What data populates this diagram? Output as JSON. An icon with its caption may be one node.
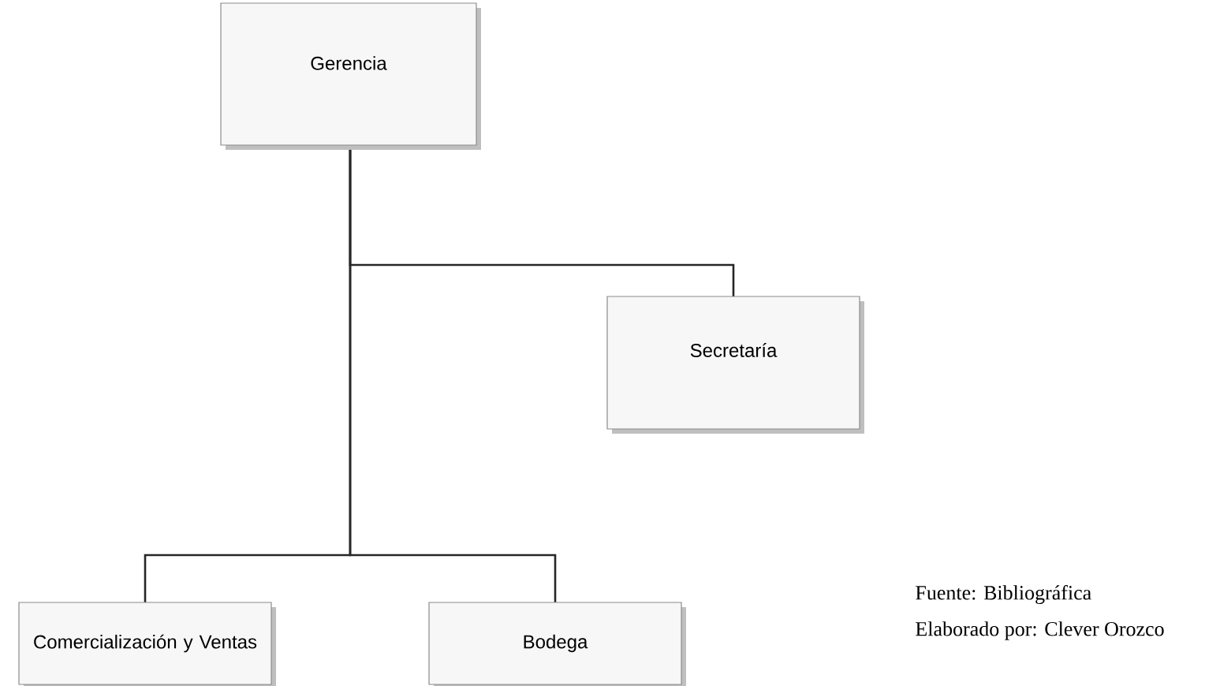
{
  "diagram": {
    "nodes": [
      {
        "text": [
          "Gerencia"
        ]
      },
      {
        "text": [
          "Secretaría"
        ]
      },
      {
        "text": [
          "Comercialización y Ventas"
        ]
      },
      {
        "text": [
          "Bodega"
        ]
      }
    ],
    "edges": [
      {
        "from": 0,
        "to": 1,
        "arrow": "none"
      },
      {
        "from": 0,
        "to": 2,
        "arrow": "none"
      },
      {
        "from": 0,
        "to": 3,
        "arrow": "none"
      }
    ],
    "labels": [
      "Fuente: Bibliográfica",
      "Elaborado por: Clever Orozco"
    ]
  }
}
